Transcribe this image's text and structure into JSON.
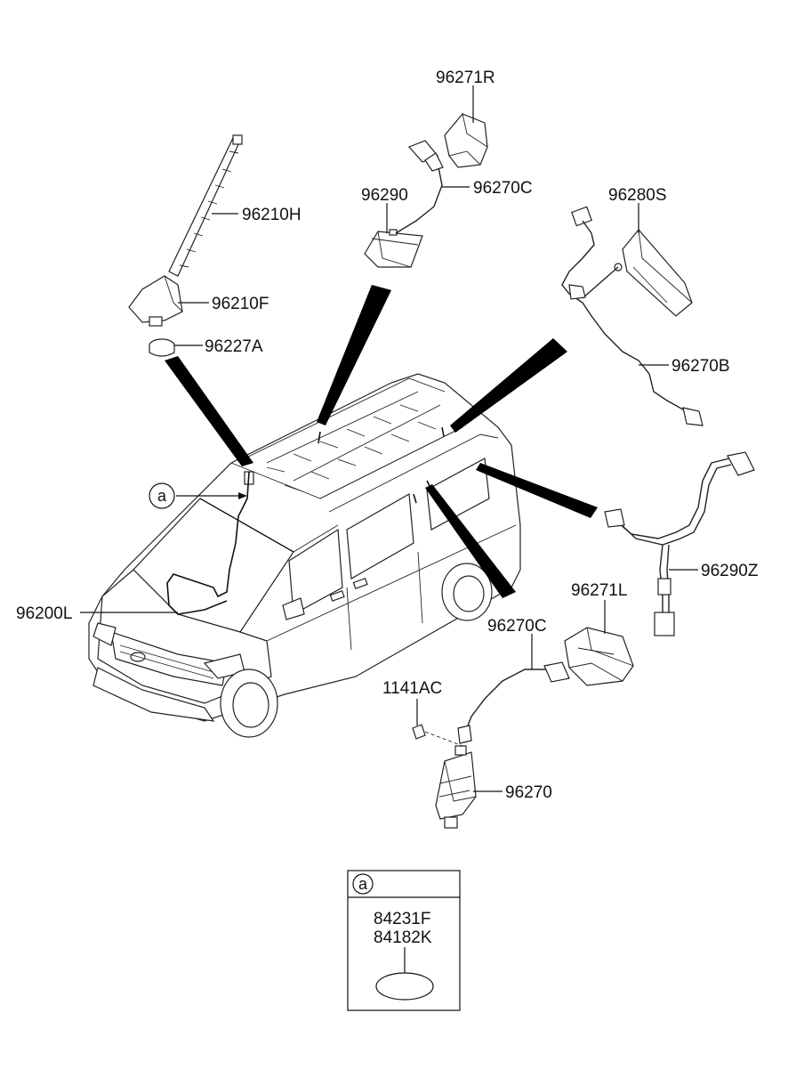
{
  "labels": {
    "p96271R": "96271R",
    "p96270C_top": "96270C",
    "p96290": "96290",
    "p96280S": "96280S",
    "p96210H": "96210H",
    "p96210F": "96210F",
    "p96227A": "96227A",
    "p96270B": "96270B",
    "p96290Z": "96290Z",
    "p96200L": "96200L",
    "p96271L": "96271L",
    "p96270C_bot": "96270C",
    "p1141AC": "1141AC",
    "p96270": "96270",
    "p84231F": "84231F",
    "p84182K": "84182K"
  },
  "callout": {
    "symbol": "a"
  }
}
